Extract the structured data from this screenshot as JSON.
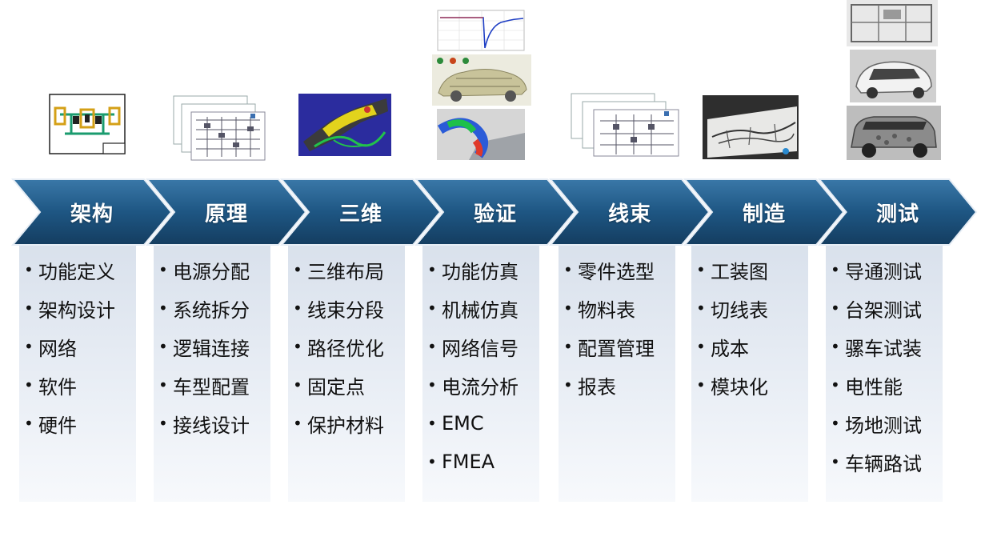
{
  "stages": [
    {
      "label": "架构",
      "items": [
        "功能定义",
        "架构设计",
        "网络",
        "软件",
        "硬件"
      ]
    },
    {
      "label": "原理",
      "items": [
        "电源分配",
        "系统拆分",
        "逻辑连接",
        "车型配置",
        "接线设计"
      ]
    },
    {
      "label": "三维",
      "items": [
        "三维布局",
        "线束分段",
        "路径优化",
        "固定点",
        "保护材料"
      ]
    },
    {
      "label": "验证",
      "items": [
        "功能仿真",
        "机械仿真",
        "网络信号",
        "电流分析",
        "EMC",
        "FMEA"
      ]
    },
    {
      "label": "线束",
      "items": [
        "零件选型",
        "物料表",
        "配置管理",
        "报表"
      ]
    },
    {
      "label": "制造",
      "items": [
        "工装图",
        "切线表",
        "成本",
        "模块化"
      ]
    },
    {
      "label": "测试",
      "items": [
        "导通测试",
        "台架测试",
        "骡车试装",
        "电性能",
        "场地测试",
        "车辆路试"
      ]
    }
  ],
  "colors": {
    "chevron_dark": "#1c4f78",
    "chevron_light": "#3b7bab",
    "column_bg": "#e4eaf2"
  }
}
